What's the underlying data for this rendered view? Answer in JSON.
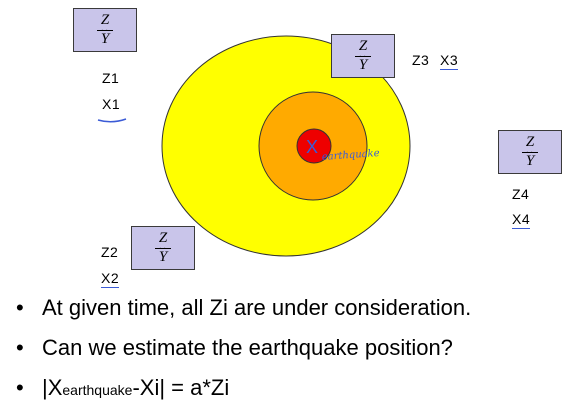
{
  "sensors": [
    {
      "id": "1",
      "z": "Z1",
      "x": "X1"
    },
    {
      "id": "2",
      "z": "Z2",
      "x": "X2"
    },
    {
      "id": "3",
      "z": "Z3",
      "x": "X3"
    },
    {
      "id": "4",
      "z": "Z4",
      "x": "X4"
    }
  ],
  "fraction": {
    "numerator": "Z",
    "denominator": "Y",
    "denominator_mark": "··"
  },
  "epicenter": {
    "mark": "X",
    "handwritten_label": "earthquake"
  },
  "colors": {
    "outer_zone": "#ffff00",
    "middle_zone": "#ffaa00",
    "inner_zone": "#ee0000",
    "sensor_box": "#c9c5ea",
    "annotation_ink": "#3b5bd6"
  },
  "bullets": [
    {
      "text": "At given time, all Zi are under consideration."
    },
    {
      "text": "Can we estimate the earthquake position?"
    },
    {
      "pre": "|X",
      "sub": "earthquake",
      "post": "-Xi| = a*Zi"
    }
  ],
  "bullet_symbol": "•"
}
